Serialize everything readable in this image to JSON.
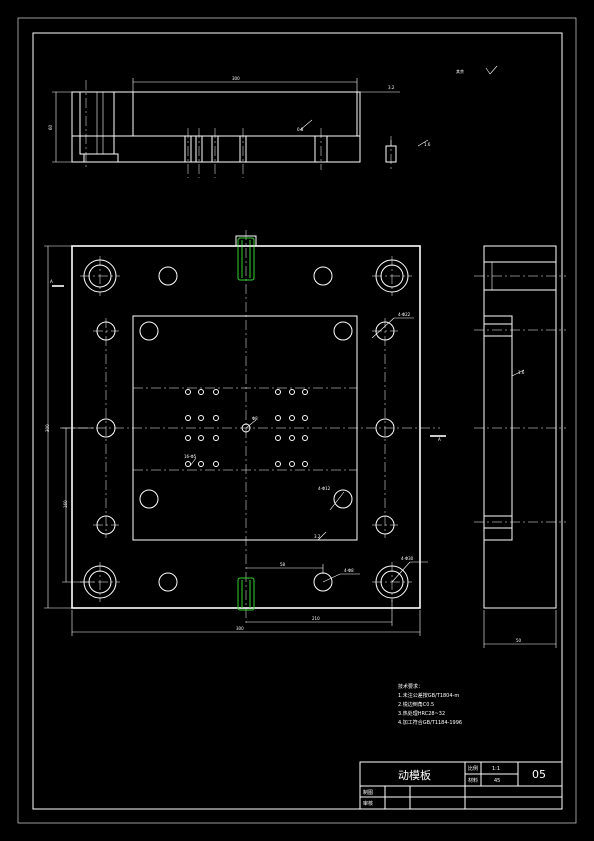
{
  "drawing": {
    "title_block": {
      "part_name": "动模板",
      "scale_label": "比例",
      "scale_value": "1:1",
      "material_label": "材料",
      "material_value": "45",
      "drawing_number": "05",
      "drawn_by_label": "制图",
      "checked_by_label": "审核"
    },
    "notes": {
      "heading": "技术要求：",
      "items": [
        "1.未注公差按GB/T1804-m",
        "2.锐边倒角C0.5",
        "3.热处理HRC28~32",
        "4.加工符合GB/T1184-1996"
      ]
    },
    "roughness_note": "其余",
    "dimensions": {
      "top_width": "300",
      "left_height": "60",
      "plan_total_height": "300",
      "plan_inner_height": "160",
      "plan_width": "300",
      "plan_inner_width": "210",
      "plan_pitch": "58",
      "side_width": "50",
      "hole_large": "4-Φ30",
      "hole_medium": "4-Φ22",
      "hole_small": "4-Φ12",
      "hole_tiny": "4-Φ8",
      "runner": "Φ8",
      "hole_group": "16-Φ5",
      "section_mark": "A",
      "roughness_1": "3.2",
      "roughness_2": "0.8",
      "roughness_3": "1.6"
    }
  }
}
